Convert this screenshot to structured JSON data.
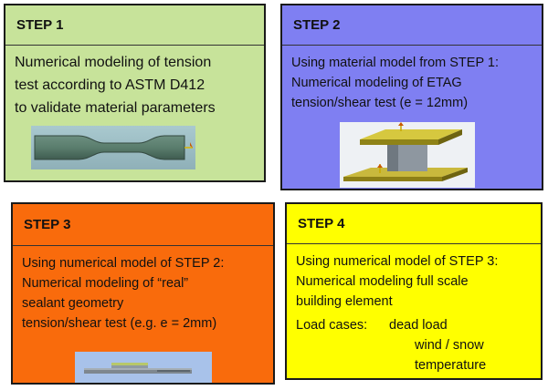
{
  "steps": [
    {
      "title": "STEP 1",
      "lines": [
        "Numerical modeling of  tension",
        "test according to ASTM D412",
        "to validate material parameters"
      ]
    },
    {
      "title": "STEP 2",
      "lines": [
        "Using material model from STEP 1:",
        "Numerical modeling of ETAG",
        "tension/shear test (e = 12mm)"
      ]
    },
    {
      "title": "STEP 3",
      "lines": [
        "Using numerical model of STEP 2:",
        "Numerical modeling of “real”",
        "sealant geometry",
        "tension/shear test (e.g. e = 2mm)"
      ]
    },
    {
      "title": "STEP 4",
      "lines": [
        "Using numerical model of STEP 3:",
        "Numerical modeling full scale",
        "building element"
      ],
      "load_cases_label": "Load cases:",
      "load_cases": [
        "dead load",
        "wind / snow",
        "temperature"
      ]
    }
  ],
  "colors": {
    "step1_bg": "#c7e39a",
    "step2_bg": "#7f7ff2",
    "step3_bg": "#f96b0c",
    "step4_bg": "#ffff00"
  }
}
